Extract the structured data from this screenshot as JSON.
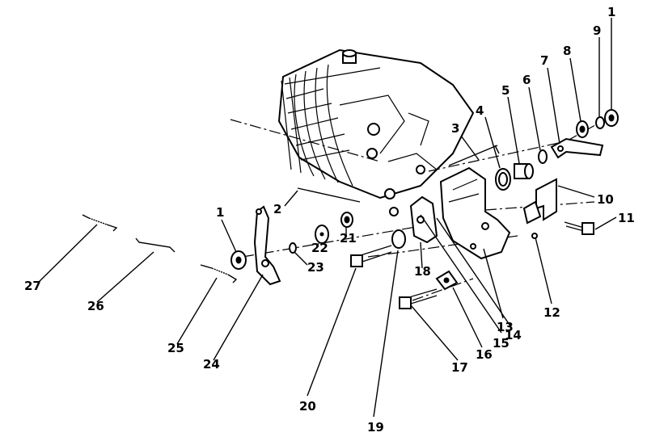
{
  "diagram": {
    "callouts": [
      {
        "id": "c1a",
        "text": "1"
      },
      {
        "id": "c1b",
        "text": "1"
      },
      {
        "id": "c2",
        "text": "2"
      },
      {
        "id": "c3",
        "text": "3"
      },
      {
        "id": "c4",
        "text": "4"
      },
      {
        "id": "c5",
        "text": "5"
      },
      {
        "id": "c6",
        "text": "6"
      },
      {
        "id": "c7",
        "text": "7"
      },
      {
        "id": "c8",
        "text": "8"
      },
      {
        "id": "c9",
        "text": "9"
      },
      {
        "id": "c10",
        "text": "10"
      },
      {
        "id": "c11",
        "text": "11"
      },
      {
        "id": "c12",
        "text": "12"
      },
      {
        "id": "c13",
        "text": "13"
      },
      {
        "id": "c14",
        "text": "14"
      },
      {
        "id": "c15",
        "text": "15"
      },
      {
        "id": "c16",
        "text": "16"
      },
      {
        "id": "c17",
        "text": "17"
      },
      {
        "id": "c18",
        "text": "18"
      },
      {
        "id": "c19",
        "text": "19"
      },
      {
        "id": "c20",
        "text": "20"
      },
      {
        "id": "c21",
        "text": "21"
      },
      {
        "id": "c22",
        "text": "22"
      },
      {
        "id": "c23",
        "text": "23"
      },
      {
        "id": "c24",
        "text": "24"
      },
      {
        "id": "c25",
        "text": "25"
      },
      {
        "id": "c26",
        "text": "26"
      },
      {
        "id": "c27",
        "text": "27"
      }
    ]
  }
}
